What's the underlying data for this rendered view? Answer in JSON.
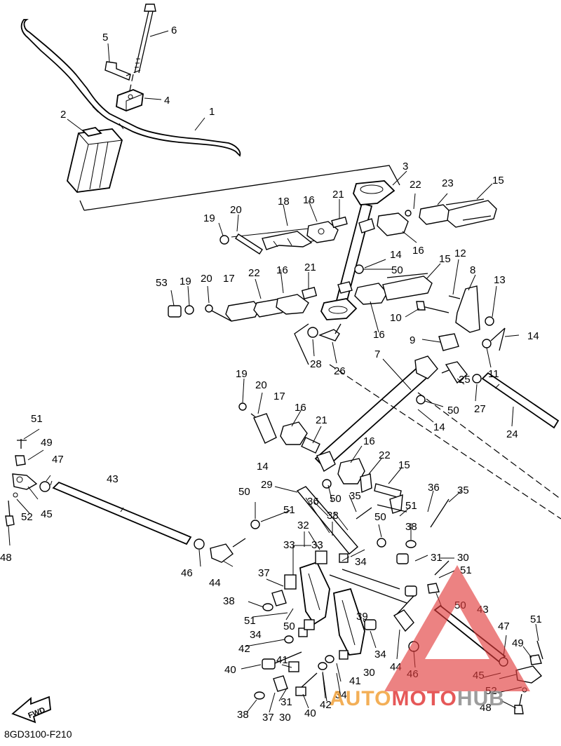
{
  "diagram": {
    "figure_code": "8GD3100-F210",
    "fwd_label": "FWD",
    "colors": {
      "line": "#000000",
      "background": "#ffffff",
      "watermark_red": "#e23b3b",
      "watermark_orange": "#f2a23a",
      "watermark_gray": "#8c8c8c"
    }
  },
  "callouts": [
    {
      "id": "c1",
      "label": "1"
    },
    {
      "id": "c2",
      "label": "2"
    },
    {
      "id": "c3",
      "label": "3"
    },
    {
      "id": "c4",
      "label": "4"
    },
    {
      "id": "c5",
      "label": "5"
    },
    {
      "id": "c6",
      "label": "6"
    },
    {
      "id": "c7",
      "label": "7"
    },
    {
      "id": "c8",
      "label": "8"
    },
    {
      "id": "c9",
      "label": "9"
    },
    {
      "id": "c10",
      "label": "10"
    },
    {
      "id": "c11",
      "label": "11"
    },
    {
      "id": "c12",
      "label": "12"
    },
    {
      "id": "c13",
      "label": "13"
    },
    {
      "id": "c14a",
      "label": "14"
    },
    {
      "id": "c14b",
      "label": "14"
    },
    {
      "id": "c14c",
      "label": "14"
    },
    {
      "id": "c14d",
      "label": "14"
    },
    {
      "id": "c15a",
      "label": "15"
    },
    {
      "id": "c15b",
      "label": "15"
    },
    {
      "id": "c15c",
      "label": "15"
    },
    {
      "id": "c16a",
      "label": "16"
    },
    {
      "id": "c16b",
      "label": "16"
    },
    {
      "id": "c16c",
      "label": "16"
    },
    {
      "id": "c16d",
      "label": "16"
    },
    {
      "id": "c16e",
      "label": "16"
    },
    {
      "id": "c16f",
      "label": "16"
    },
    {
      "id": "c17a",
      "label": "17"
    },
    {
      "id": "c17b",
      "label": "17"
    },
    {
      "id": "c18",
      "label": "18"
    },
    {
      "id": "c19a",
      "label": "19"
    },
    {
      "id": "c19b",
      "label": "19"
    },
    {
      "id": "c19c",
      "label": "19"
    },
    {
      "id": "c20a",
      "label": "20"
    },
    {
      "id": "c20b",
      "label": "20"
    },
    {
      "id": "c20c",
      "label": "20"
    },
    {
      "id": "c21a",
      "label": "21"
    },
    {
      "id": "c21b",
      "label": "21"
    },
    {
      "id": "c21c",
      "label": "21"
    },
    {
      "id": "c22a",
      "label": "22"
    },
    {
      "id": "c22b",
      "label": "22"
    },
    {
      "id": "c22c",
      "label": "22"
    },
    {
      "id": "c23",
      "label": "23"
    },
    {
      "id": "c24",
      "label": "24"
    },
    {
      "id": "c25",
      "label": "25"
    },
    {
      "id": "c26",
      "label": "26"
    },
    {
      "id": "c27",
      "label": "27"
    },
    {
      "id": "c28",
      "label": "28"
    },
    {
      "id": "c29",
      "label": "29"
    },
    {
      "id": "c30a",
      "label": "30"
    },
    {
      "id": "c30b",
      "label": "30"
    },
    {
      "id": "c30c",
      "label": "30"
    },
    {
      "id": "c31a",
      "label": "31"
    },
    {
      "id": "c31b",
      "label": "31"
    },
    {
      "id": "c32",
      "label": "32"
    },
    {
      "id": "c33a",
      "label": "33"
    },
    {
      "id": "c33b",
      "label": "33"
    },
    {
      "id": "c34a",
      "label": "34"
    },
    {
      "id": "c34b",
      "label": "34"
    },
    {
      "id": "c34c",
      "label": "34"
    },
    {
      "id": "c34d",
      "label": "34"
    },
    {
      "id": "c35a",
      "label": "35"
    },
    {
      "id": "c35b",
      "label": "35"
    },
    {
      "id": "c36a",
      "label": "36"
    },
    {
      "id": "c36b",
      "label": "36"
    },
    {
      "id": "c37a",
      "label": "37"
    },
    {
      "id": "c37b",
      "label": "37"
    },
    {
      "id": "c38a",
      "label": "38"
    },
    {
      "id": "c38b",
      "label": "38"
    },
    {
      "id": "c38c",
      "label": "38"
    },
    {
      "id": "c38d",
      "label": "38"
    },
    {
      "id": "c39",
      "label": "39"
    },
    {
      "id": "c40a",
      "label": "40"
    },
    {
      "id": "c40b",
      "label": "40"
    },
    {
      "id": "c41a",
      "label": "41"
    },
    {
      "id": "c41b",
      "label": "41"
    },
    {
      "id": "c42a",
      "label": "42"
    },
    {
      "id": "c42b",
      "label": "42"
    },
    {
      "id": "c43a",
      "label": "43"
    },
    {
      "id": "c43b",
      "label": "43"
    },
    {
      "id": "c44a",
      "label": "44"
    },
    {
      "id": "c44b",
      "label": "44"
    },
    {
      "id": "c45a",
      "label": "45"
    },
    {
      "id": "c45b",
      "label": "45"
    },
    {
      "id": "c46a",
      "label": "46"
    },
    {
      "id": "c46b",
      "label": "46"
    },
    {
      "id": "c47a",
      "label": "47"
    },
    {
      "id": "c47b",
      "label": "47"
    },
    {
      "id": "c48a",
      "label": "48"
    },
    {
      "id": "c48b",
      "label": "48"
    },
    {
      "id": "c49a",
      "label": "49"
    },
    {
      "id": "c49b",
      "label": "49"
    },
    {
      "id": "c50a",
      "label": "50"
    },
    {
      "id": "c50b",
      "label": "50"
    },
    {
      "id": "c50c",
      "label": "50"
    },
    {
      "id": "c50d",
      "label": "50"
    },
    {
      "id": "c50e",
      "label": "50"
    },
    {
      "id": "c50f",
      "label": "50"
    },
    {
      "id": "c50g",
      "label": "50"
    },
    {
      "id": "c51a",
      "label": "51"
    },
    {
      "id": "c51b",
      "label": "51"
    },
    {
      "id": "c51c",
      "label": "51"
    },
    {
      "id": "c51d",
      "label": "51"
    },
    {
      "id": "c51e",
      "label": "51"
    },
    {
      "id": "c51f",
      "label": "51"
    },
    {
      "id": "c52a",
      "label": "52"
    },
    {
      "id": "c52b",
      "label": "52"
    },
    {
      "id": "c53",
      "label": "53"
    }
  ],
  "watermark": {
    "part1": "AUTO",
    "part2": "MOTO",
    "part3": "HUB"
  }
}
